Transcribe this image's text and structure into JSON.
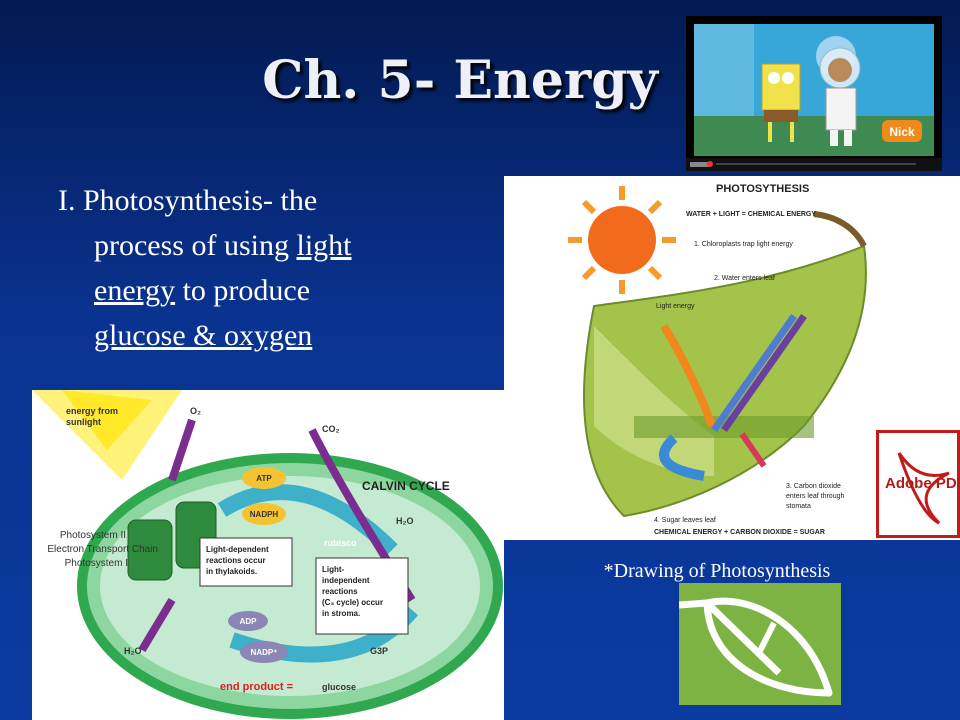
{
  "slide": {
    "title": "Ch. 5- Energy",
    "bullet": {
      "line1": "I. Photosynthesis- the",
      "line2_prefix": "process of using ",
      "line2_link": "light",
      "line3_link": "energy",
      "line3_suffix": " to produce",
      "line4_link": "glucose & oxygen"
    },
    "caption": "*Drawing of Photosynthesis"
  },
  "video": {
    "logo": "Nick"
  },
  "pdf": {
    "label": "Adobe PDF"
  },
  "drawing": {
    "title": "PHOTOSYTHESIS",
    "equation": "WATER + LIGHT = CHEMICAL ENERGY",
    "step1": "1. Chloroplasts trap light energy",
    "step2": "2. Water enters leaf",
    "light": "Light energy",
    "step3a": "3. Carbon dioxide",
    "step3b": "enters leaf through",
    "step3c": "stomata",
    "step4": "4. Sugar leaves leaf",
    "footer": "CHEMICAL ENERGY + CARBON DIOXIDE = SUGAR"
  },
  "diagram": {
    "sunlight1": "energy from",
    "sunlight2": "sunlight",
    "o2": "O₂",
    "co2": "CO₂",
    "atp": "ATP",
    "nadph": "NADPH",
    "calvin": "CALVIN CYCLE",
    "ps2": "Photosystem II",
    "etc": "Electron Transport Chain",
    "ps1": "Photosystem I",
    "ld1": "Light-dependent",
    "ld2": "reactions occur",
    "ld3": "in thylakoids.",
    "rubisco": "rubisco",
    "h2o_right": "H₂O",
    "li1": "Light-",
    "li2": "independent",
    "li3": "reactions",
    "li4": "(C₃ cycle) occur",
    "li5": "in stroma.",
    "adp": "ADP",
    "nadp": "NADP⁺",
    "g3p": "G3P",
    "h2o_left": "H₂O",
    "end_product": "end product =",
    "glucose": "glucose"
  },
  "colors": {
    "background": "#0b3aa0",
    "title": "#eef0f8",
    "leaf_icon": "#7cb342",
    "pdf_red": "#c61a1a"
  },
  "icons": [
    "video-thumbnail",
    "photosynthesis-drawing",
    "pdf-icon",
    "leaf-icon",
    "calvin-cycle-diagram"
  ]
}
